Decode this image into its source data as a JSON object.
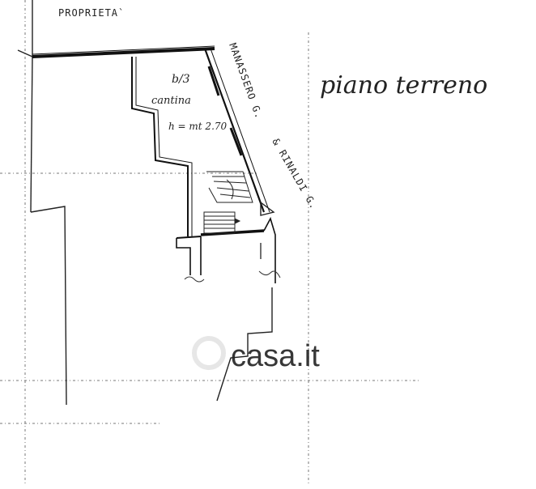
{
  "plan": {
    "top_label": "PROPRIETA`",
    "floor_title": "piano terreno",
    "room_code": "b/3",
    "room_name": "cantina",
    "room_height": "h = mt 2.70",
    "street_label_1": "MANASSERO G.",
    "street_label_2": "& RINALDI G."
  },
  "watermark": {
    "text": "casa.it"
  },
  "colors": {
    "ink": "#1a1a1a",
    "paper": "#ffffff",
    "watermark": "#e6e6e6"
  }
}
